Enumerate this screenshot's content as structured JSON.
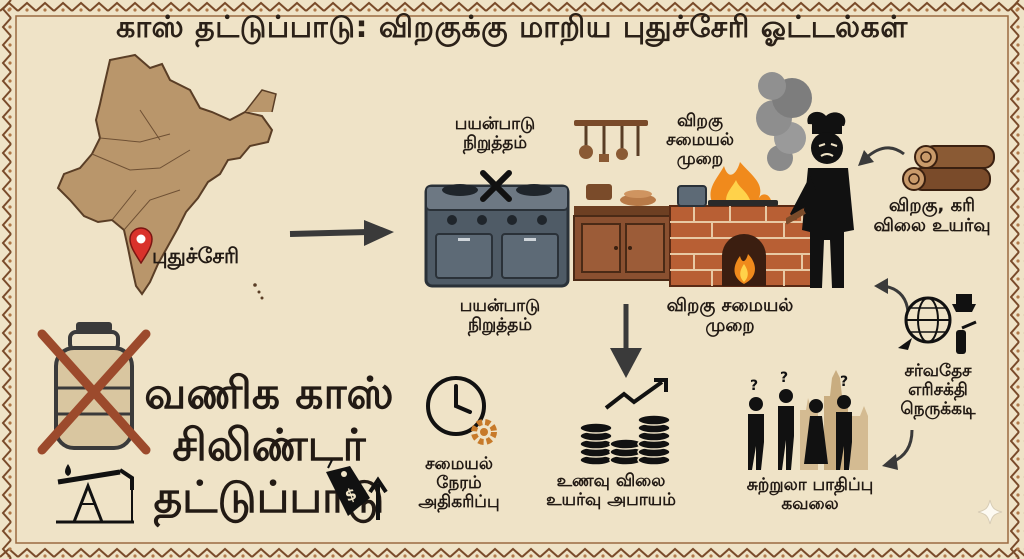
{
  "title": "காஸ் தட்டுப்பாடு: விறகுக்கு மாறிய புதுச்சேரி ஓட்டல்கள்",
  "map_label": "புதுச்சேரி",
  "stove_top_label": "பயன்பாடு நிறுத்தம்",
  "stove_bottom_label": "பயன்பாடு நிறுத்தம்",
  "firewood_top_label": "விறகு சமையல் முறை",
  "firewood_bottom_label": "விறகு சமையல் முறை",
  "firewood_price_label": "விறகு, கரி விலை உயர்வு",
  "global_fuel_label": "சர்வதேச எரிசக்தி நெருக்கடி",
  "cylinder_shortage_label": "வணிக காஸ் சிலிண்டர் தட்டுப்பாடு",
  "cooking_time_label": "சமையல் நேரம் அதிகரிப்பு",
  "food_price_label": "உணவு விலை உயர்வு அபாயம்",
  "tourism_label": "சுற்றுலா பாதிப்பு கவலை",
  "colors": {
    "background": "#efe3c7",
    "border": "#7a4b2a",
    "ink": "#221a14",
    "fire": "#f08a1c",
    "brick": "#b85f34",
    "steel": "#4f5b66",
    "marker": "#d9322b"
  },
  "icons": {
    "map": "india-map-icon",
    "marker": "location-pin-icon",
    "stove": "gas-stove-icon",
    "cross": "cross-icon",
    "utensils": "utensils-icon",
    "counter": "kitchen-counter-icon",
    "firewood_stove": "brick-firewood-stove-icon",
    "smoke": "smoke-icon",
    "chef": "chef-icon",
    "logs": "firewood-logs-icon",
    "globe": "globe-fuel-icon",
    "cylinder": "gas-cylinder-icon",
    "oil_pump": "oil-pump-icon",
    "price_tag": "price-tag-up-icon",
    "clock": "clock-gear-icon",
    "coins": "coins-rising-icon",
    "tourists": "tourists-temple-icon",
    "sparkle": "sparkle-icon"
  }
}
